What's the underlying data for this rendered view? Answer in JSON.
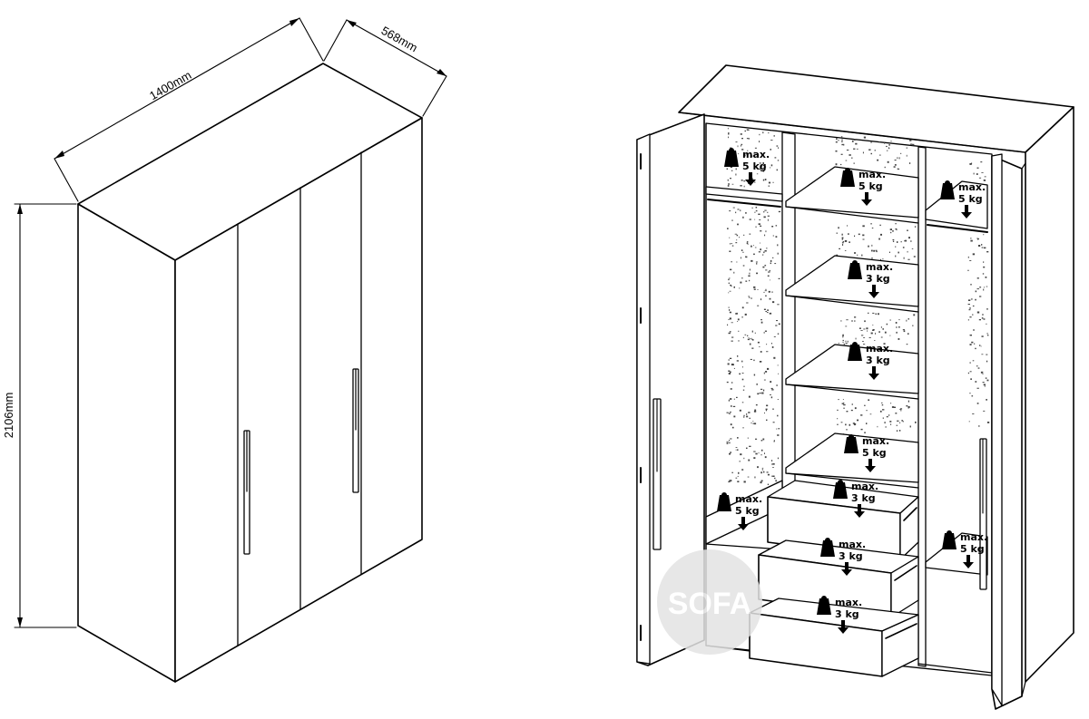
{
  "dimensions": {
    "width": "1400mm",
    "depth": "568mm",
    "height": "2106mm"
  },
  "load_labels": [
    {
      "id": "left-hanging-top",
      "line1": "max.",
      "line2": "5 kg"
    },
    {
      "id": "mid-shelf-1",
      "line1": "max.",
      "line2": "5 kg"
    },
    {
      "id": "right-hanging-top",
      "line1": "max.",
      "line2": "5 kg"
    },
    {
      "id": "mid-shelf-2",
      "line1": "max.",
      "line2": "3 kg"
    },
    {
      "id": "mid-shelf-3",
      "line1": "max.",
      "line2": "3 kg"
    },
    {
      "id": "mid-shelf-4",
      "line1": "max.",
      "line2": "5 kg"
    },
    {
      "id": "drawer-1",
      "line1": "max.",
      "line2": "3 kg"
    },
    {
      "id": "left-bottom-shelf",
      "line1": "max.",
      "line2": "5 kg"
    },
    {
      "id": "right-bottom-shelf",
      "line1": "max.",
      "line2": "5 kg"
    },
    {
      "id": "drawer-2",
      "line1": "max.",
      "line2": "3 kg"
    },
    {
      "id": "drawer-3",
      "line1": "max.",
      "line2": "3 kg"
    }
  ],
  "logo": {
    "text": "SOFA",
    "colors": {
      "circle": "#e3e3e3",
      "text": "#ffffff"
    }
  },
  "colors": {
    "line": "#000000",
    "background": "#ffffff",
    "speckle": "#444444"
  }
}
